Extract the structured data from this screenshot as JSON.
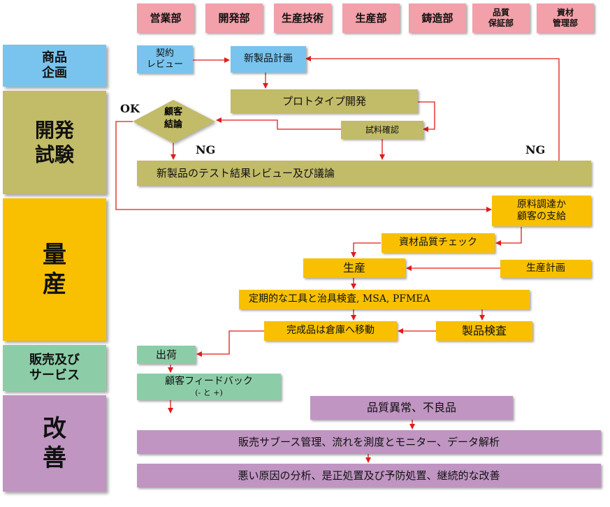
{
  "departments": [
    "営業部",
    "開発部",
    "生産技術",
    "生産部",
    "鋳造部",
    "品質\n保証部",
    "資材\n管理部"
  ],
  "stages": {
    "planning": "商品\n企画",
    "development": "開発\n試験",
    "production": "量\n産",
    "sales": "販売及び\nサービス",
    "improvement": "改\n善"
  },
  "steps": {
    "contract_review": "契約\nレビュー",
    "new_product_plan": "新製品計画",
    "prototype": "プロトタイプ開発",
    "trial_confirm": "試料確認",
    "customer_decision": "顧客\n結論",
    "test_review": "新製品のテスト結果レビュー及び議論",
    "material_supply": "原料調達か\n顧客の支給",
    "material_check": "資材品質チェック",
    "production": "生産",
    "production_plan": "生産計画",
    "periodic_inspection": "定期的な工具と治具検査, MSA, PFMEA",
    "to_warehouse": "完成品は倉庫へ移動",
    "product_inspection": "製品検査",
    "shipping": "出荷",
    "customer_feedback": "顧客フィードバック",
    "feedback_sign": "(- と +)",
    "quality_anomaly": "品質異常、不良品",
    "sales_service_mgmt": "販売サブース管理、流れを測度とモニター、データ解析",
    "root_cause": "悪い原因の分析、是正処置及び予防処置、継続的な改善"
  },
  "labels": {
    "ok": "OK",
    "ng_left": "NG",
    "ng_right": "NG"
  },
  "colors": {
    "department": "#f2a0a9",
    "planning": "#79c4ee",
    "development": "#c2bb68",
    "production": "#f8c000",
    "sales": "#8ccda8",
    "improvement": "#c095c2",
    "arrow": "#e21b1b"
  }
}
